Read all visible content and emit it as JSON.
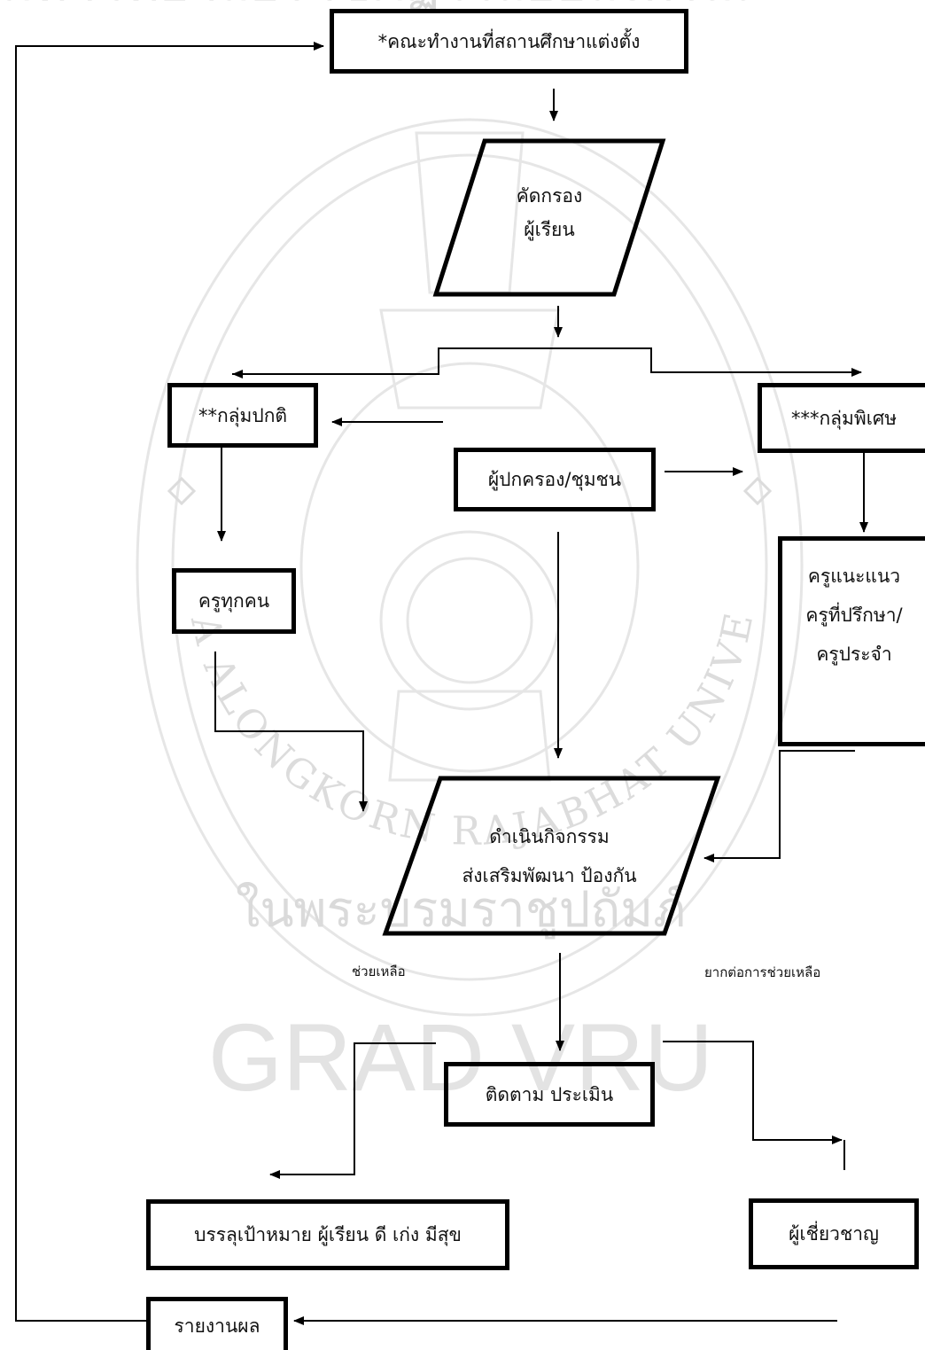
{
  "nodes": {
    "committee": "*คณะทำงานที่สถานศึกษาแต่งตั้ง",
    "screening": [
      "คัดกรอง",
      "ผู้เรียน"
    ],
    "normal_group": "**กลุ่มปกติ",
    "special_group": "***กลุ่มพิเศษ",
    "parents_community": "ผู้ปกครอง/ชุมชน",
    "all_teachers": "ครูทุกคน",
    "advisors": [
      "ครูแนะแนว",
      "ครูที่ปรึกษา/",
      "ครูประจำ"
    ],
    "activities": [
      "ดำเนินกิจกรรม",
      "ส่งเสริมพัฒนา ป้องกัน"
    ],
    "monitor_evaluate": "ติดตาม ประเมิน",
    "goal": "บรรลุเป้าหมาย ผู้เรียน ดี เก่ง มีสุข",
    "expert": "ผู้เชี่ยวชาญ",
    "report": "รายงานผล"
  },
  "labels": {
    "help": "ช่วยเหลือ",
    "hard_to_help": "ยากต่อการช่วยเหลือ"
  },
  "watermark": {
    "arc_top": "มหาวิทยาลัยราชภัฏวไลยอลงกรณ์",
    "arc_bottom": "VALAYA ALONGKORN RAJABHAT UNIVERSITY",
    "bottom_text": "ในพระบรมราชูปถัมภ์",
    "grad": "GRAD VRU"
  }
}
